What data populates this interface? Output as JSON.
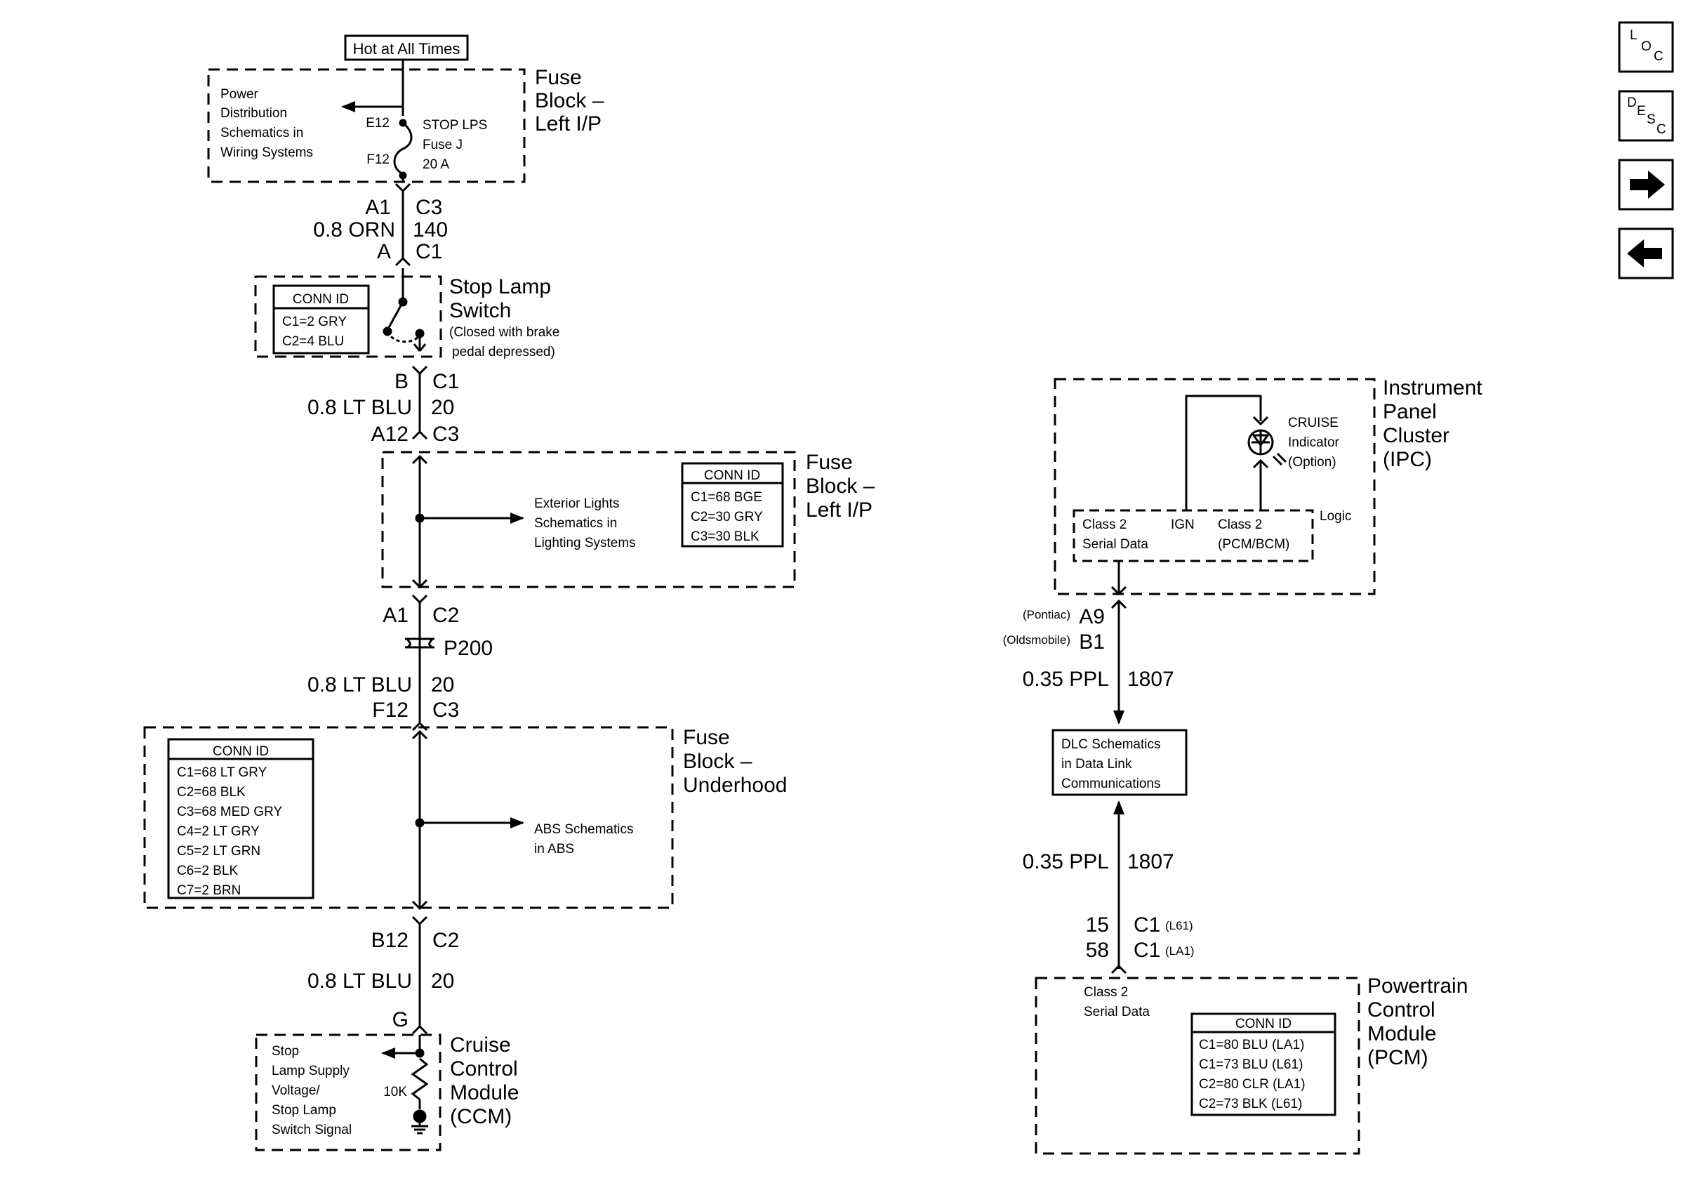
{
  "left": {
    "hot_label": "Hot at All Times",
    "fuse_block_top": {
      "title": [
        "Fuse",
        "Block –",
        "Left I/P"
      ],
      "power_dist": [
        "Power",
        "Distribution",
        "Schematics in",
        "Wiring Systems"
      ],
      "pin_e12": "E12",
      "pin_f12": "F12",
      "fuse": [
        "STOP LPS",
        "Fuse J",
        "20 A"
      ]
    },
    "wire1": {
      "left_top": "A1",
      "right_top": "C3",
      "color": "0.8 ORN",
      "circuit": "140",
      "left_bottom": "A",
      "right_bottom": "C1"
    },
    "stop_switch": {
      "title": [
        "Stop Lamp",
        "Switch"
      ],
      "note": [
        "(Closed with brake",
        "pedal depressed)"
      ],
      "conn_id": [
        "CONN ID",
        "C1=2 GRY",
        "C2=4 BLU"
      ]
    },
    "wire2": {
      "left_top": "B",
      "right_top": "C1",
      "color": "0.8 LT BLU",
      "circuit": "20",
      "left_bottom": "A12",
      "right_bottom": "C3"
    },
    "fuse_block_mid": {
      "title": [
        "Fuse",
        "Block –",
        "Left I/P"
      ],
      "ext_lights": [
        "Exterior Lights",
        "Schematics in",
        "Lighting Systems"
      ],
      "conn_id": [
        "CONN ID",
        "C1=68 BGE",
        "C2=30 GRY",
        "C3=30 BLK"
      ]
    },
    "wire3": {
      "left_top": "A1",
      "right_top": "C2",
      "splice": "P200",
      "color": "0.8 LT BLU",
      "circuit": "20",
      "left_bottom": "F12",
      "right_bottom": "C3"
    },
    "fuse_block_underhood": {
      "title": [
        "Fuse",
        "Block –",
        "Underhood"
      ],
      "abs": [
        "ABS Schematics",
        "in ABS"
      ],
      "conn_id": [
        "CONN ID",
        "C1=68 LT GRY",
        "C2=68 BLK",
        "C3=68 MED GRY",
        "C4=2 LT GRY",
        "C5=2 LT GRN",
        "C6=2 BLK",
        "C7=2 BRN"
      ]
    },
    "wire4": {
      "left_top": "B12",
      "right_top": "C2",
      "color": "0.8 LT BLU",
      "circuit": "20",
      "left_bottom": "G"
    },
    "ccm": {
      "title": [
        "Cruise",
        "Control",
        "Module",
        "(CCM)"
      ],
      "signal": [
        "Stop",
        "Lamp Supply",
        "Voltage/",
        "Stop Lamp",
        "Switch Signal"
      ],
      "resistor": "10K"
    }
  },
  "right": {
    "ipc": {
      "title": [
        "Instrument",
        "Panel",
        "Cluster",
        "(IPC)"
      ],
      "cruise": [
        "CRUISE",
        "Indicator",
        "(Option)"
      ],
      "logic": "Logic",
      "class2_serial": [
        "Class 2",
        "Serial Data"
      ],
      "ign": "IGN",
      "class2_pcm": [
        "Class 2",
        "(PCM/BCM)"
      ]
    },
    "wire_top": {
      "pontiac": "(Pontiac)",
      "a9": "A9",
      "olds": "(Oldsmobile)",
      "b1": "B1",
      "color": "0.35 PPL",
      "circuit": "1807"
    },
    "dlc": [
      "DLC Schematics",
      "in Data Link",
      "Communications"
    ],
    "wire_bottom": {
      "color": "0.35 PPL",
      "circuit": "1807",
      "pin15": "15",
      "c1a": "C1",
      "l61": "(L61)",
      "pin58": "58",
      "c1b": "C1",
      "la1": "(LA1)"
    },
    "pcm": {
      "title": [
        "Powertrain",
        "Control",
        "Module",
        "(PCM)"
      ],
      "class2": [
        "Class 2",
        "Serial Data"
      ],
      "conn_id": [
        "CONN ID",
        "C1=80 BLU (LA1)",
        "C1=73 BLU (L61)",
        "C2=80 CLR (LA1)",
        "C2=73 BLK (L61)"
      ]
    }
  },
  "nav": {
    "loc": [
      "L",
      "O",
      "C"
    ],
    "desc": [
      "D",
      "E",
      "S",
      "C"
    ]
  }
}
